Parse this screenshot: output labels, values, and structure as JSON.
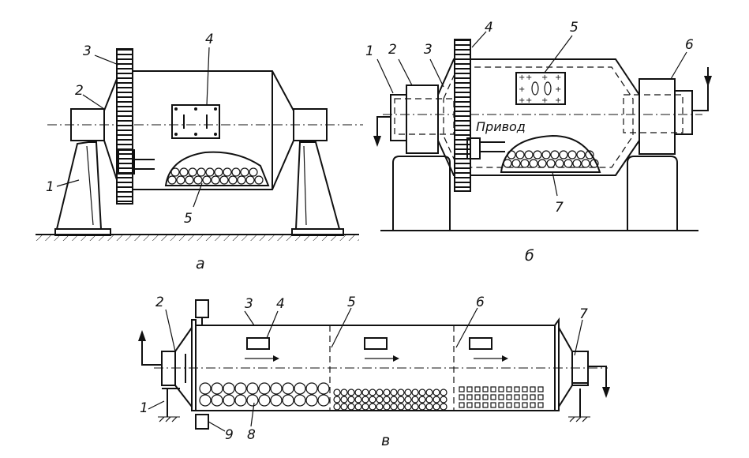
{
  "figure": {
    "panel_a": {
      "caption": "а",
      "callouts": [
        "1",
        "2",
        "3",
        "4",
        "5"
      ]
    },
    "panel_b": {
      "caption": "б",
      "drive_label": "Привод",
      "callouts": [
        "1",
        "2",
        "3",
        "4",
        "5",
        "6",
        "7"
      ]
    },
    "panel_v": {
      "caption": "в",
      "callouts": [
        "1",
        "2",
        "3",
        "4",
        "5",
        "6",
        "7",
        "8",
        "9"
      ]
    }
  }
}
